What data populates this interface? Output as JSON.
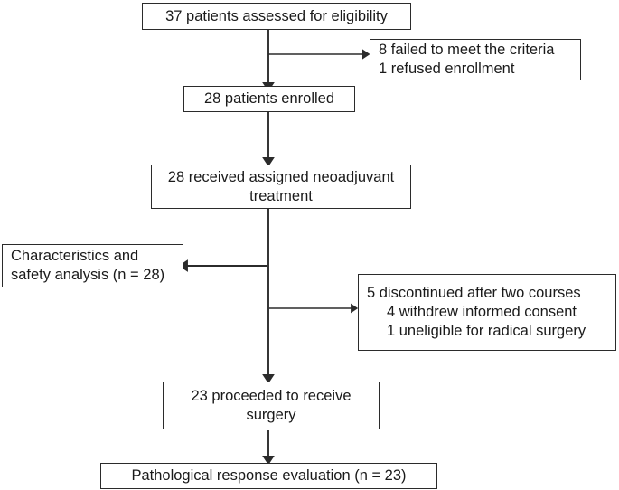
{
  "diagram": {
    "title": "CONSORT-style patient flow diagram",
    "line_color": "#2b2b2b",
    "text_color": "#1a1a1a",
    "background": "#ffffff",
    "nodes": {
      "assessed": {
        "label": "37 patients assessed for eligibility",
        "count": 37
      },
      "excluded": {
        "line1": "8 failed to meet the criteria",
        "line2": "1 refused enrollment",
        "failed_criteria": 8,
        "refused_enrollment": 1
      },
      "enrolled": {
        "label": "28 patients enrolled",
        "count": 28
      },
      "treated": {
        "line1": "28 received assigned neoadjuvant",
        "line2": "treatment",
        "count": 28
      },
      "safety": {
        "line1": "Characteristics and",
        "line2": "safety analysis (n = 28)",
        "n": 28
      },
      "discontinued": {
        "line1": "5 discontinued after two courses",
        "line2": "4 withdrew informed consent",
        "line3": "1 uneligible for radical surgery",
        "count": 5,
        "withdrew_consent": 4,
        "uneligible": 1
      },
      "surgery": {
        "line1": "23 proceeded to receive",
        "line2": "surgery",
        "count": 23
      },
      "pathology": {
        "label": "Pathological response evaluation (n = 23)",
        "n": 23
      }
    }
  }
}
